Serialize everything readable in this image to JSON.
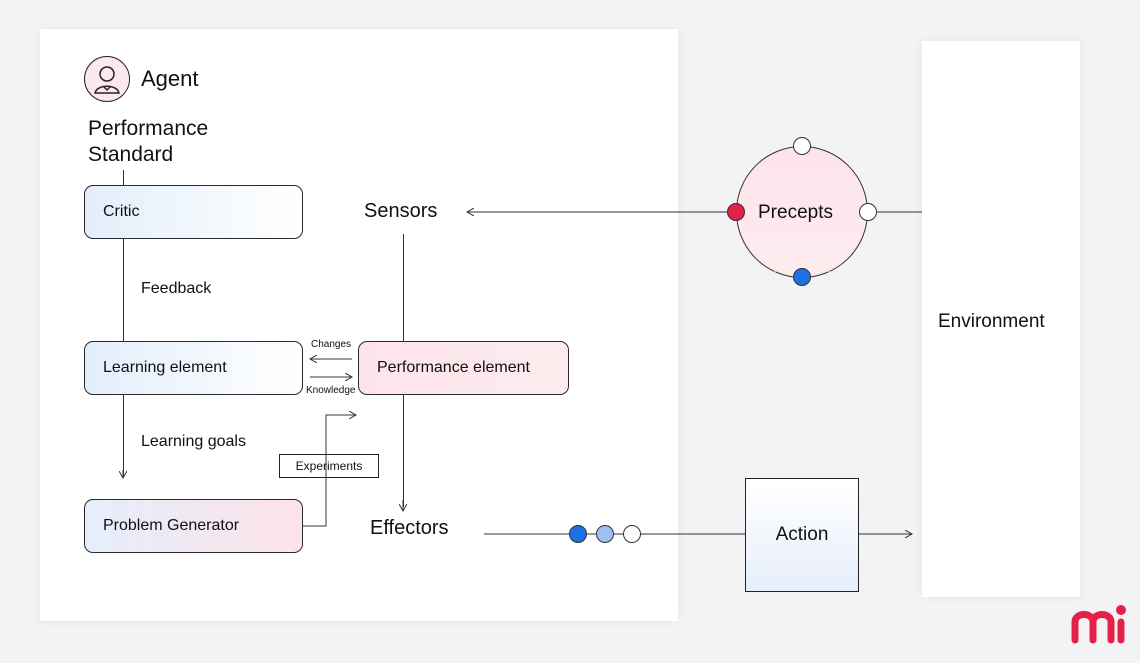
{
  "agent": {
    "title": "Agent",
    "performance_standard": "Performance\nStandard",
    "critic": "Critic",
    "feedback": "Feedback",
    "learning_element": "Learning element",
    "changes": "Changes",
    "knowledge": "Knowledge",
    "performance_element": "Performance element",
    "learning_goals": "Learning goals",
    "experiments": "Experiments",
    "problem_generator": "Problem Generator",
    "sensors": "Sensors",
    "effectors": "Effectors"
  },
  "outside": {
    "precepts": "Precepts",
    "action": "Action",
    "environment": "Environment"
  },
  "colors": {
    "red_dot": "#e5214a",
    "blue_dot": "#1f6fe5",
    "light_blue_dot": "#9fbfee",
    "logo": "#e5214a"
  }
}
